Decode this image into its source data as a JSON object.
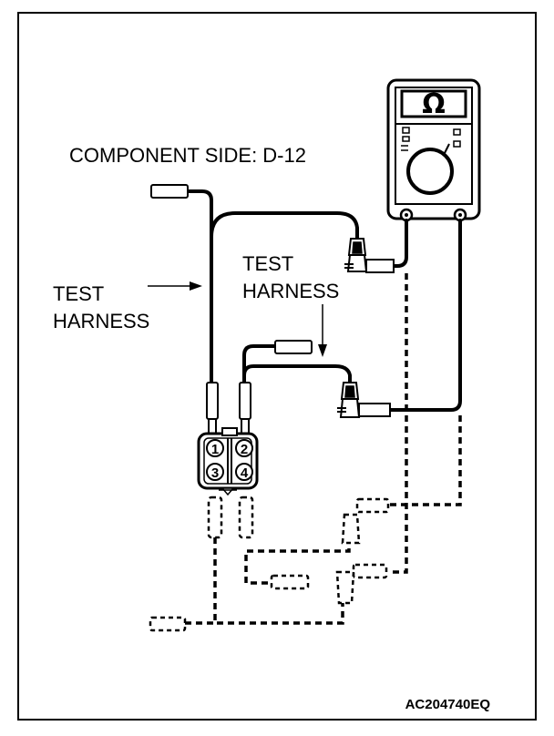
{
  "labels": {
    "component_side": "COMPONENT SIDE: D-12",
    "test_harness_left_line1": "TEST",
    "test_harness_left_line2": "HARNESS",
    "test_harness_right_line1": "TEST",
    "test_harness_right_line2": "HARNESS",
    "figure_code": "AC204740EQ"
  },
  "meter": {
    "display_symbol": "Ω"
  },
  "connector": {
    "pins": [
      "1",
      "2",
      "3",
      "4"
    ]
  }
}
